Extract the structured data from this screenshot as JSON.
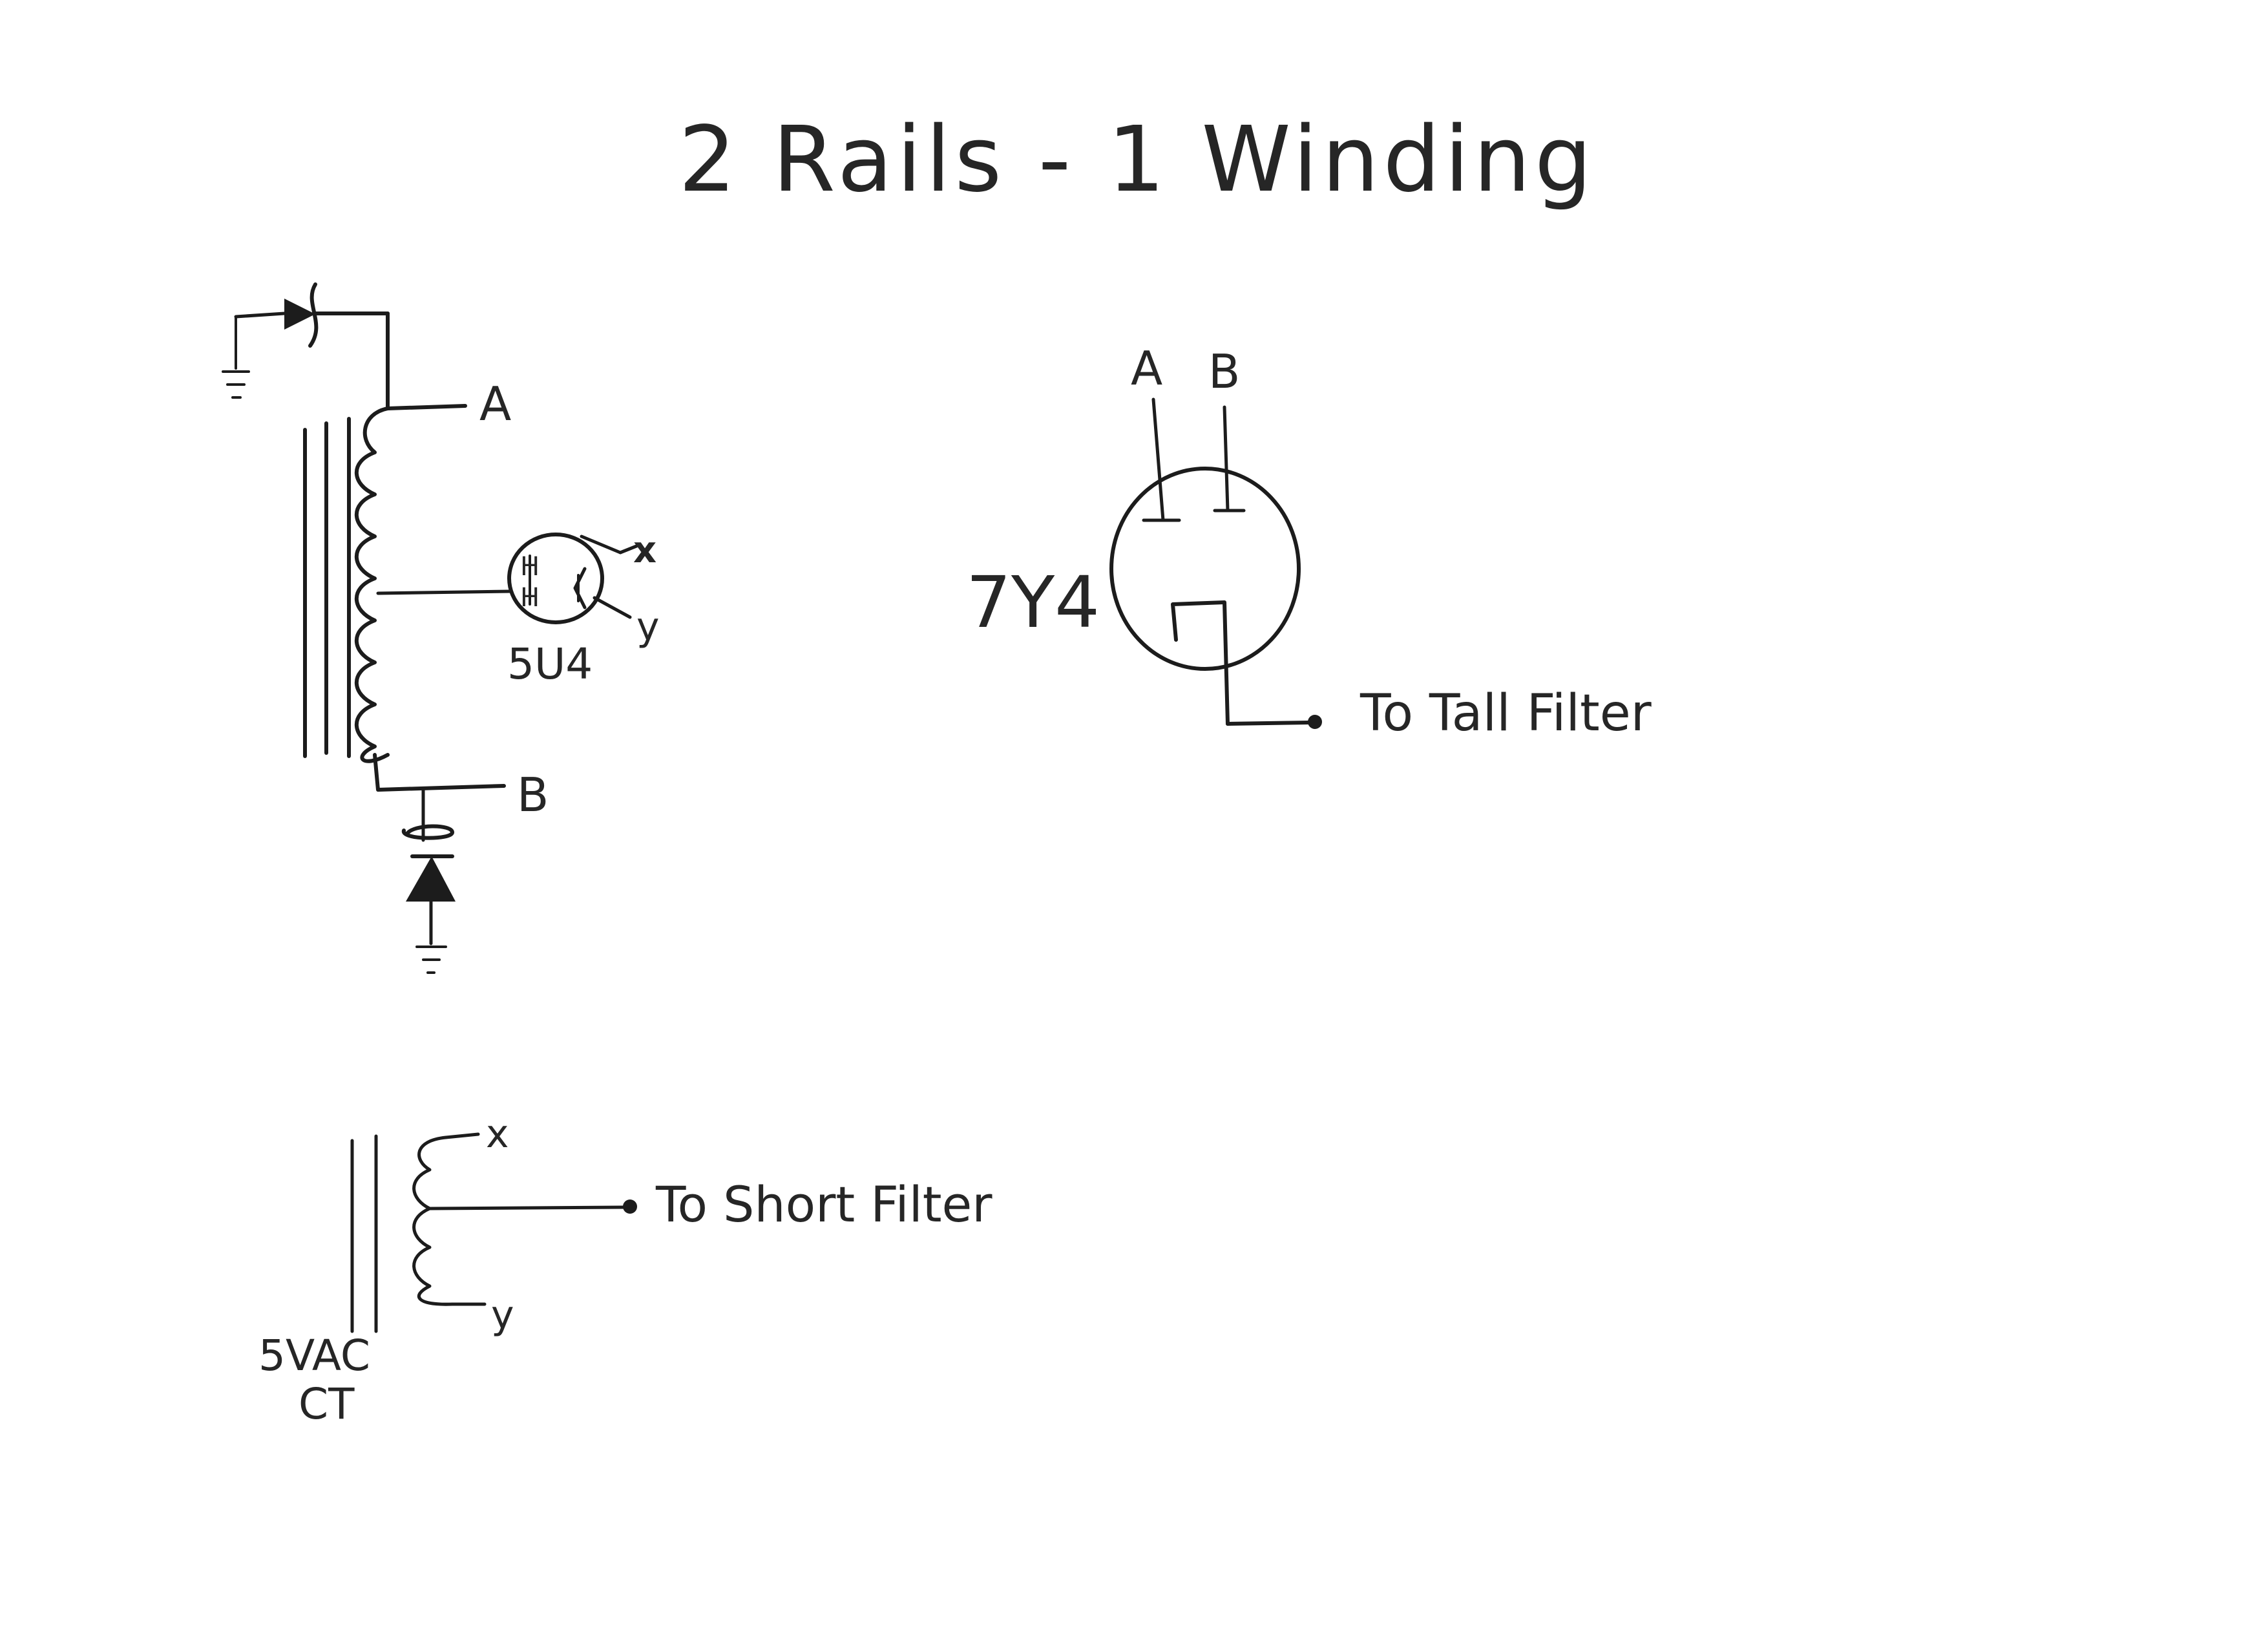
{
  "title": "2 Rails - 1 Winding",
  "transformer": {
    "tap_top": "A",
    "tap_bottom": "B"
  },
  "rectifier_5u4": {
    "label": "5U4",
    "pin_h1": "H",
    "pin_h2": "H",
    "out_x": "x",
    "out_y": "y"
  },
  "rectifier_7y4": {
    "label": "7Y4",
    "anode_a": "A",
    "anode_b": "B",
    "output_note": "To Tall Filter"
  },
  "filament_winding": {
    "tap_x": "x",
    "tap_y": "y",
    "output_note": "To Short Filter",
    "rating_line1": "5VAC",
    "rating_line2": "CT"
  }
}
